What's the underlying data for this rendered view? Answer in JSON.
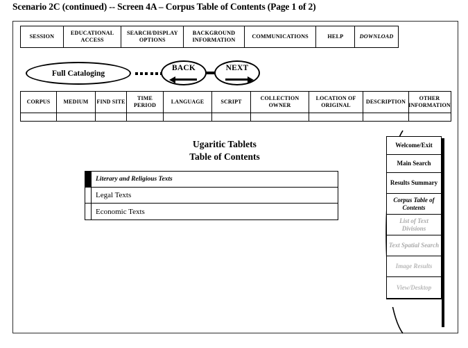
{
  "page": {
    "title": "Scenario 2C (continued) -- Screen 4A – Corpus Table of Contents (Page 1 of 2)"
  },
  "menubar": {
    "items": [
      {
        "label": "SESSION",
        "style": "bold"
      },
      {
        "label": "EDUCATIONAL ACCESS",
        "style": "bold"
      },
      {
        "label": "SEARCH/DISPLAY OPTIONS",
        "style": "bold"
      },
      {
        "label": "BACKGROUND INFORMATION",
        "style": "bold"
      },
      {
        "label": "COMMUNICATIONS",
        "style": "bold"
      },
      {
        "label": "HELP",
        "style": "bold"
      },
      {
        "label": "DOWNLOAD",
        "style": "bold-italic"
      }
    ]
  },
  "navrow": {
    "mode_label": "Full Cataloging",
    "back_label": "BACK",
    "next_label": "NEXT"
  },
  "columns": {
    "headers": [
      "CORPUS",
      "MEDIUM",
      "FIND SITE",
      "TIME PERIOD",
      "LANGUAGE",
      "SCRIPT",
      "COLLECTION OWNER",
      "LOCATION OF ORIGINAL",
      "DESCRIPTION",
      "OTHER INFORMATION"
    ],
    "data_row": [
      "",
      "",
      "",
      "",
      "",
      "",
      "",
      "",
      "",
      ""
    ]
  },
  "content": {
    "heading_line1": "Ugaritic Tablets",
    "heading_line2": "Table of Contents",
    "toc_rows": [
      {
        "label": "Literary and Religious Texts",
        "selected": true
      },
      {
        "label": "Legal Texts",
        "selected": false
      },
      {
        "label": "Economic Texts",
        "selected": false
      }
    ]
  },
  "sidebar": {
    "items": [
      {
        "label": "Welcome/Exit",
        "state": "enabled"
      },
      {
        "label": "Main Search",
        "state": "enabled"
      },
      {
        "label": "Results Summary",
        "state": "enabled"
      },
      {
        "label": "Corpus Table of  Contents",
        "state": "active"
      },
      {
        "label": "List of Text Divisions",
        "state": "disabled"
      },
      {
        "label": "Text Spatial Search",
        "state": "disabled"
      },
      {
        "label": "Image Results",
        "state": "disabled"
      },
      {
        "label": "View/Desktop",
        "state": "disabled"
      }
    ]
  },
  "colors": {
    "ink": "#000000",
    "frame": "#2b2b2b",
    "disabled_text": "#a9a9a9",
    "background": "#ffffff"
  }
}
